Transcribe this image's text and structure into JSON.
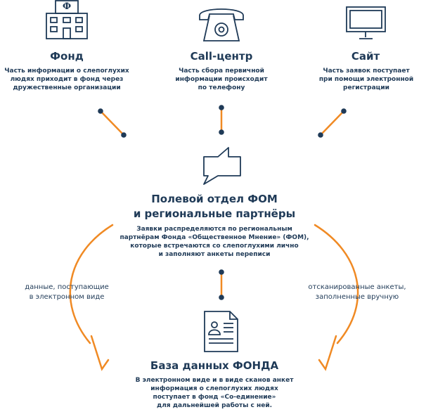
{
  "colors": {
    "accent": "#f08a24",
    "text": "#1f3a57"
  },
  "icons": {
    "fund": "building-icon",
    "call": "telephone-icon",
    "site": "monitor-icon",
    "field": "speech-bubble-icon",
    "db": "document-profile-icon"
  },
  "fund": {
    "title": "Фонд",
    "text": "Часть информации о слепоглухих\nлюдях приходит в фонд через\nдружественные организации",
    "sign": "Ф"
  },
  "call": {
    "title": "Call-центр",
    "text": "Часть сбора первичной\nинформации происходит\nпо телефону"
  },
  "site": {
    "title": "Сайт",
    "text": "Часть заявок поступает\nпри помощи электронной\nрегистрации"
  },
  "field": {
    "title": "Полевой отдел ФОМ\nи региональные партнёры",
    "text": "Заявки распределяются по региональным\nпартнёрам Фонда «Общественное Мнение» (ФОМ),\nкоторые встречаются со слепоглухими лично\nи заполняют анкеты переписи"
  },
  "left_label": "данные, поступающие\nв электронном виде",
  "right_label": "отсканированные анкеты,\nзаполненные вручную",
  "db": {
    "title": "База данных ФОНДА",
    "text": "В электронном виде и в виде сканов анкет\nинформация о слепоглухих людях\nпоступает в фонд «Со-единение»\nдля дальнейшей работы с ней."
  }
}
